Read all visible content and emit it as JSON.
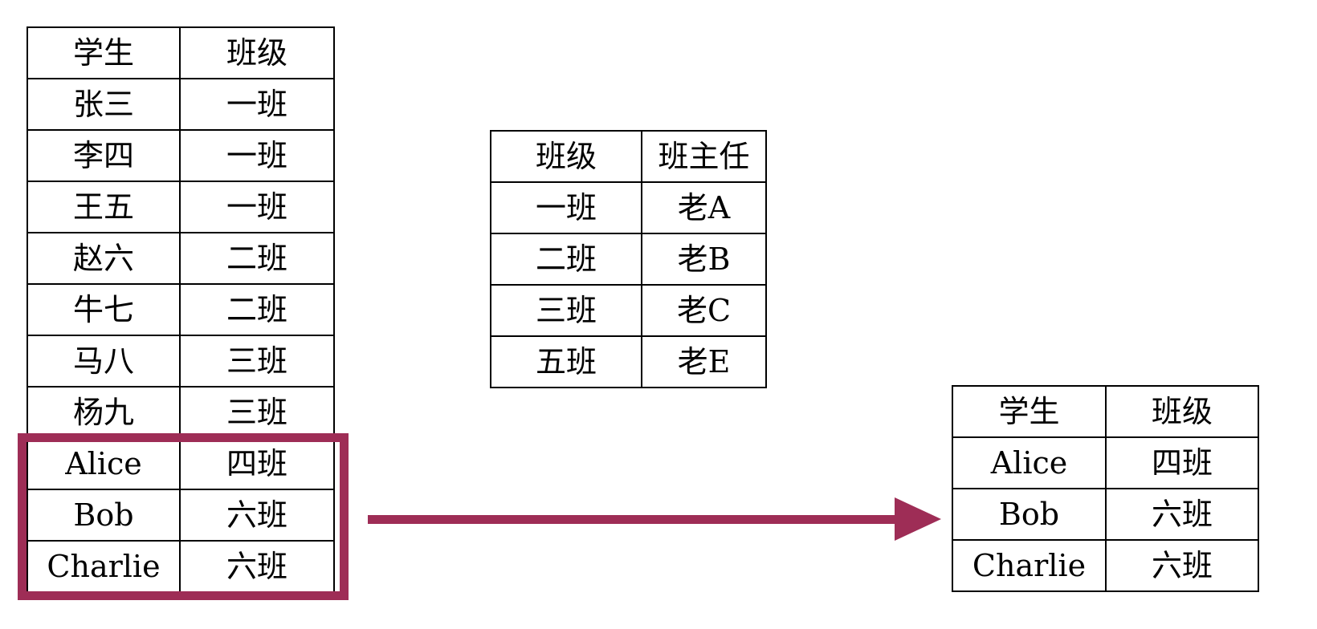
{
  "colors": {
    "highlight": "#9E2D56",
    "table_border": "#000000",
    "background": "#FFFFFF",
    "text": "#000000"
  },
  "students_table": {
    "headers": [
      "学生",
      "班级"
    ],
    "rows": [
      [
        "张三",
        "一班"
      ],
      [
        "李四",
        "一班"
      ],
      [
        "王五",
        "一班"
      ],
      [
        "赵六",
        "二班"
      ],
      [
        "牛七",
        "二班"
      ],
      [
        "马八",
        "三班"
      ],
      [
        "杨九",
        "三班"
      ],
      [
        "Alice",
        "四班"
      ],
      [
        "Bob",
        "六班"
      ],
      [
        "Charlie",
        "六班"
      ]
    ],
    "highlighted_rows": [
      7,
      8,
      9
    ]
  },
  "teachers_table": {
    "headers": [
      "班级",
      "班主任"
    ],
    "rows": [
      [
        "一班",
        "老A"
      ],
      [
        "二班",
        "老B"
      ],
      [
        "三班",
        "老C"
      ],
      [
        "五班",
        "老E"
      ]
    ]
  },
  "result_table": {
    "headers": [
      "学生",
      "班级"
    ],
    "rows": [
      [
        "Alice",
        "四班"
      ],
      [
        "Bob",
        "六班"
      ],
      [
        "Charlie",
        "六班"
      ]
    ]
  },
  "arrow": {
    "name": "right-arrow",
    "color": "#9E2D56"
  }
}
